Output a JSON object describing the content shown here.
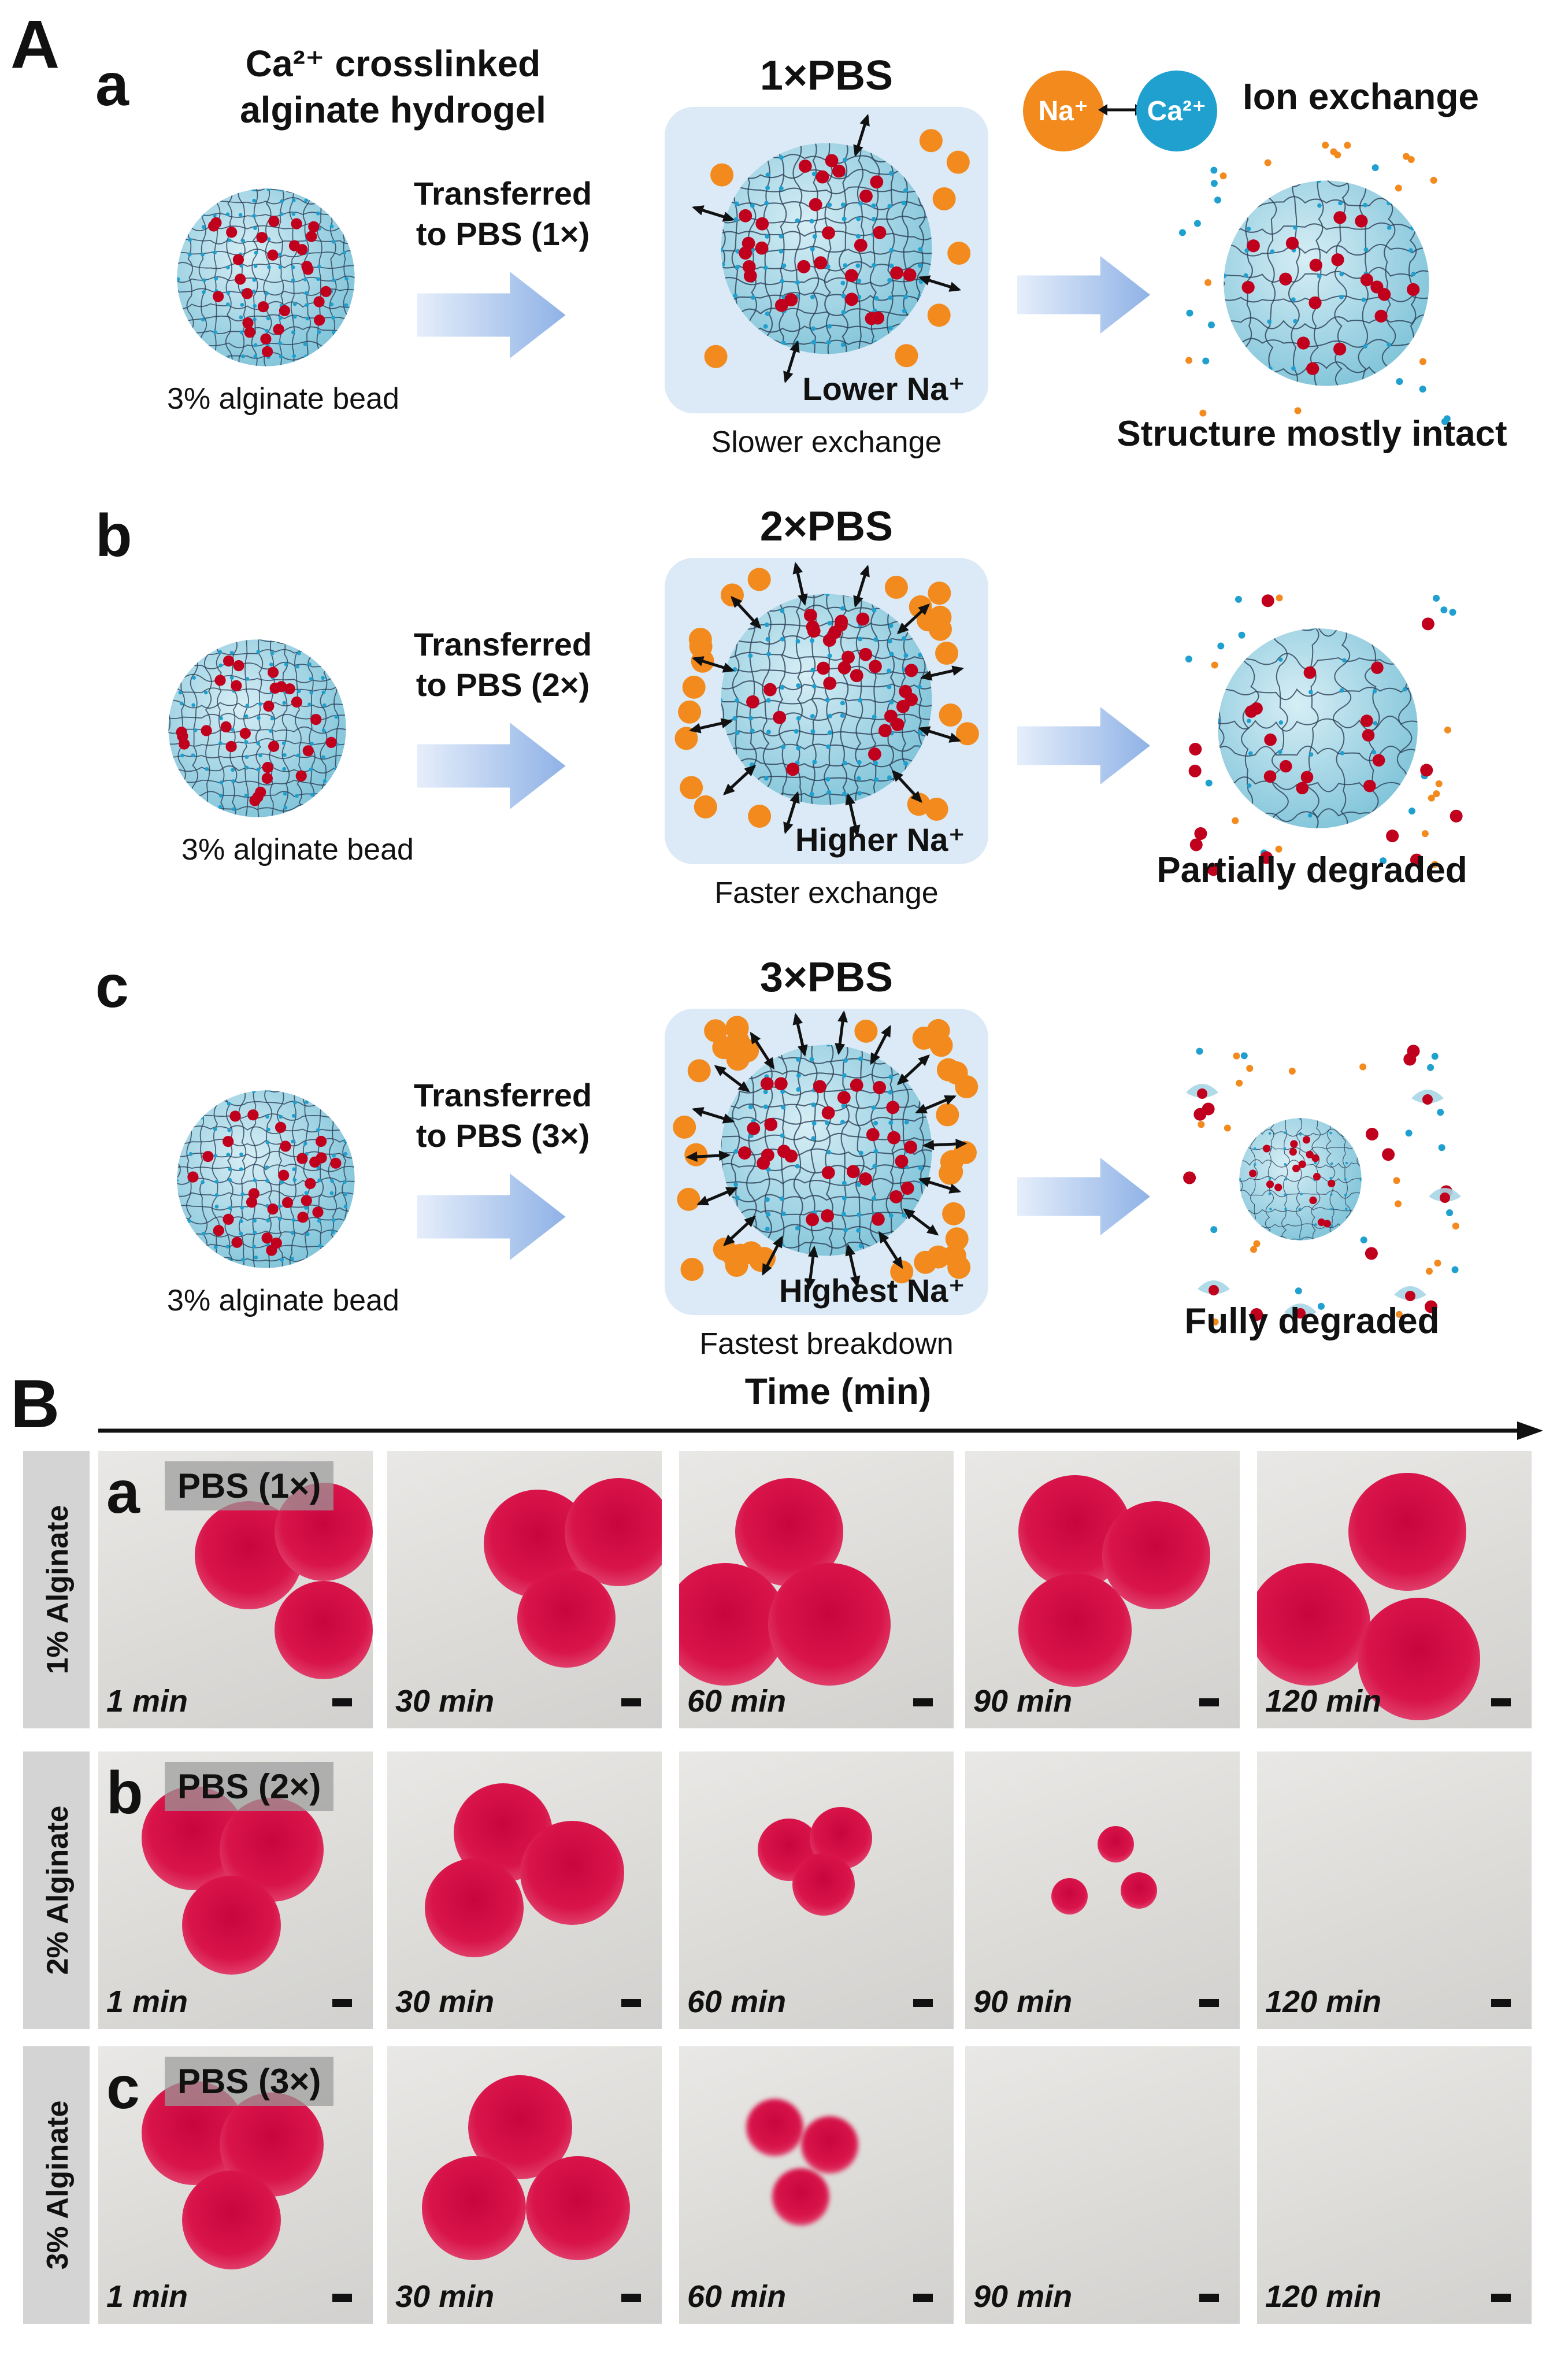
{
  "panel_A": {
    "letter": "A",
    "header_line1": "Ca²⁺ crosslinked",
    "header_line2": "alginate hydrogel",
    "ion_legend": {
      "na_symbol": "Na⁺",
      "ca_symbol": "Ca²⁺",
      "title": "Ion exchange"
    },
    "rows": [
      {
        "letter": "a",
        "transfer_line1": "Transferred",
        "transfer_line2": "to PBS (1×)",
        "bead_label": "3% alginate bead",
        "pbs_title": "1×PBS",
        "sodium_label": "Lower Na⁺",
        "exchange_caption": "Slower exchange",
        "outcome": "Structure mostly intact"
      },
      {
        "letter": "b",
        "transfer_line1": "Transferred",
        "transfer_line2": "to PBS (2×)",
        "bead_label": "3% alginate bead",
        "pbs_title": "2×PBS",
        "sodium_label": "Higher Na⁺",
        "exchange_caption": "Faster exchange",
        "outcome": "Partially degraded"
      },
      {
        "letter": "c",
        "transfer_line1": "Transferred",
        "transfer_line2": "to PBS (3×)",
        "bead_label": "3% alginate bead",
        "pbs_title": "3×PBS",
        "sodium_label": "Highest Na⁺",
        "exchange_caption": "Fastest breakdown",
        "outcome": "Fully degraded"
      }
    ]
  },
  "panel_B": {
    "letter": "B",
    "axis_label": "Time (min)",
    "rows": [
      {
        "letter": "a",
        "row_label": "1% Alginate",
        "pbs_tag": "PBS (1×)",
        "times": [
          "1 min",
          "30 min",
          "60 min",
          "90 min",
          "120 min"
        ]
      },
      {
        "letter": "b",
        "row_label": "2% Alginate",
        "pbs_tag": "PBS (2×)",
        "times": [
          "1 min",
          "30 min",
          "60 min",
          "90 min",
          "120 min"
        ]
      },
      {
        "letter": "c",
        "row_label": "3% Alginate",
        "pbs_tag": "PBS (3×)",
        "times": [
          "1 min",
          "30 min",
          "60 min",
          "90 min",
          "120 min"
        ]
      }
    ]
  },
  "colors": {
    "sodium_ion": "#f28a1e",
    "calcium_ion": "#1fa0cf",
    "red_dot": "#c0001c",
    "hydrogel": "#a9d6e5",
    "pbs_box": "#dbeaf6",
    "bead_pink": "#d8144a"
  }
}
